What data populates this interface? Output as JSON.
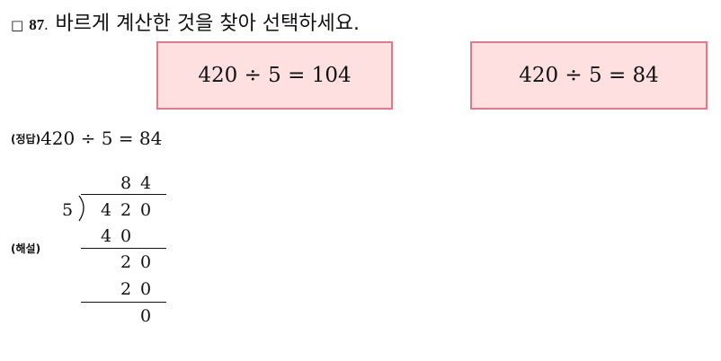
{
  "question": {
    "box_symbol": "□",
    "number": "87",
    "dot": ".",
    "text": "바르게 계산한 것을 찾아 선택하세요."
  },
  "choices": [
    {
      "label": "420 ÷ 5 = 104"
    },
    {
      "label": "420 ÷ 5 = 84"
    }
  ],
  "answer": {
    "label": "(정답)",
    "text": "420 ÷ 5 = 84"
  },
  "explanation": {
    "label": "(해설)",
    "divisor": "5",
    "quotient": [
      "8",
      "4"
    ],
    "dividend": [
      "4",
      "2",
      "0"
    ],
    "step1_subtract": [
      "4",
      "0"
    ],
    "step1_remainder": [
      "2",
      "0"
    ],
    "step2_subtract": [
      "2",
      "0"
    ],
    "final_remainder": "0"
  },
  "colors": {
    "choice_fill": "#fde0df",
    "choice_border": "#e07a8a"
  }
}
